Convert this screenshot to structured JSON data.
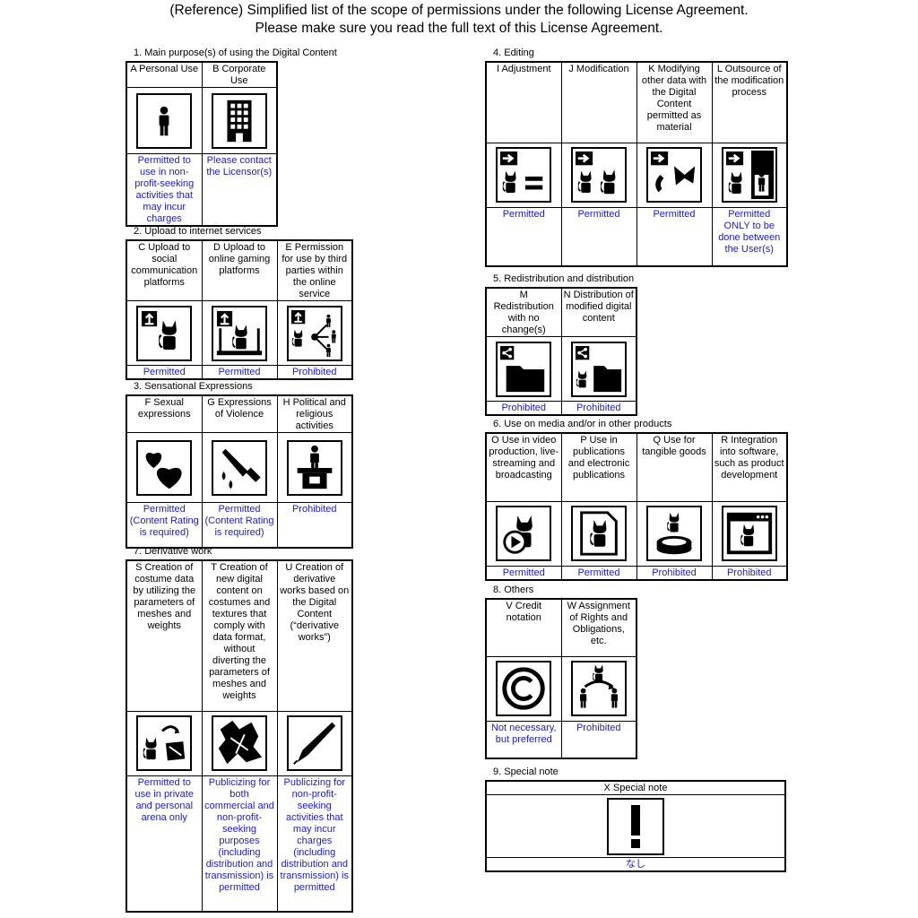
{
  "header": {
    "line1": "(Reference) Simplified list of the scope of permissions under the following License Agreement.",
    "line2": "Please make sure you read the full text of this License Agreement."
  },
  "sections": {
    "s1": {
      "title": "1. Main purpose(s) of using the Digital Content",
      "items": [
        {
          "label": "A Personal Use",
          "status": "Permitted to use in non-profit-seeking activities that may incur charges",
          "icon": "person-icon"
        },
        {
          "label": "B Corporate Use",
          "status": "Please contact the Licensor(s)",
          "icon": "building-icon"
        }
      ]
    },
    "s2": {
      "title": "2. Upload to internet services",
      "items": [
        {
          "label": "C Upload to social communication platforms",
          "status": "Permitted",
          "icon": "upload-social-icon"
        },
        {
          "label": "D Upload to online gaming platforms",
          "status": "Permitted",
          "icon": "upload-gaming-icon"
        },
        {
          "label": "E Permission for use by third parties within the online service",
          "status": "Prohibited",
          "icon": "third-party-share-icon"
        }
      ]
    },
    "s3": {
      "title": "3. Sensational Expressions",
      "items": [
        {
          "label": "F Sexual expressions",
          "status": "Permitted (Content Rating is required)",
          "icon": "hearts-icon"
        },
        {
          "label": "G Expressions of Violence",
          "status": "Permitted (Content Rating is required)",
          "icon": "knife-icon"
        },
        {
          "label": "H Political and religious activities",
          "status": "Prohibited",
          "icon": "podium-speaker-icon"
        }
      ]
    },
    "s4": {
      "title": "4. Editing",
      "items": [
        {
          "label": "I Adjustment",
          "status": "Permitted",
          "icon": "adjustment-icon"
        },
        {
          "label": "J Modification",
          "status": "Permitted",
          "icon": "modification-icon"
        },
        {
          "label": "K Modifying other data with the Digital Content permitted as material",
          "status": "Permitted",
          "icon": "modify-other-data-icon"
        },
        {
          "label": "L Outsource of the modification process",
          "status": "Permitted ONLY to be done between the User(s)",
          "icon": "outsource-icon"
        }
      ]
    },
    "s5": {
      "title": "5. Redistribution and distribution",
      "items": [
        {
          "label": "M Redistribution with no change(s)",
          "status": "Prohibited",
          "icon": "redistribution-icon"
        },
        {
          "label": "N Distribution of modified digital content",
          "status": "Prohibited",
          "icon": "distribution-modified-icon"
        }
      ]
    },
    "s6": {
      "title": "6. Use on media and/or in other products",
      "items": [
        {
          "label": "O Use in video production, live-streaming and broadcasting",
          "status": "Permitted",
          "icon": "video-play-icon"
        },
        {
          "label": "P Use in publications and electronic publications",
          "status": "Permitted",
          "icon": "publication-icon"
        },
        {
          "label": "Q Use for tangible goods",
          "status": "Prohibited",
          "icon": "figurine-icon"
        },
        {
          "label": "R Integration into software, such as product development",
          "status": "Prohibited",
          "icon": "software-window-icon"
        }
      ]
    },
    "s7": {
      "title": "7. Derivative work",
      "items": [
        {
          "label": "S Creation of costume data by utilizing the parameters of meshes and weights",
          "status": "Permitted to use in private and personal arena only",
          "icon": "costume-icon"
        },
        {
          "label": "T Creation of new digital content on costumes and textures that comply with data format, without diverting the parameters of meshes and weights",
          "status": "Publicizing for both commercial and non-profit-seeking purposes (including distribution and transmission) is permitted",
          "icon": "texture-cloth-icon"
        },
        {
          "label": "U Creation of derivative works based on the Digital Content (“derivative works”)",
          "status": "Publicizing for non-profit-seeking activities that may incur charges (including distribution and transmission) is permitted",
          "icon": "pen-nib-icon"
        }
      ]
    },
    "s8": {
      "title": "8. Others",
      "items": [
        {
          "label": "V Credit notation",
          "status": "Not necessary, but preferred",
          "icon": "copyright-icon"
        },
        {
          "label": "W Assignment of Rights and Obligations, etc.",
          "status": "Prohibited",
          "icon": "assignment-icon"
        }
      ]
    },
    "s9": {
      "title": "9. Special note",
      "items": [
        {
          "label": "X Special note",
          "status": "なし",
          "icon": "exclamation-icon"
        }
      ]
    }
  },
  "colors": {
    "status": "#1b1bd6",
    "ink": "#000000"
  }
}
